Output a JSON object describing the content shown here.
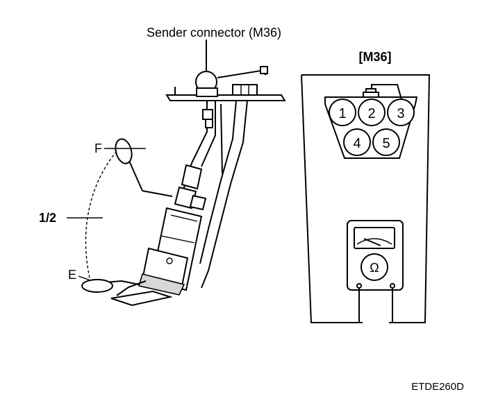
{
  "labels": {
    "sender_connector": "Sender connector (M36)",
    "connector_id": "[M36]",
    "float_full": "F",
    "float_half": "1/2",
    "float_empty": "E",
    "figure_code": "ETDE260D"
  },
  "connector_pins": {
    "top_row": [
      "1",
      "2",
      "3"
    ],
    "bottom_row": [
      "4",
      "5"
    ]
  },
  "meter": {
    "symbol": "Ω"
  }
}
